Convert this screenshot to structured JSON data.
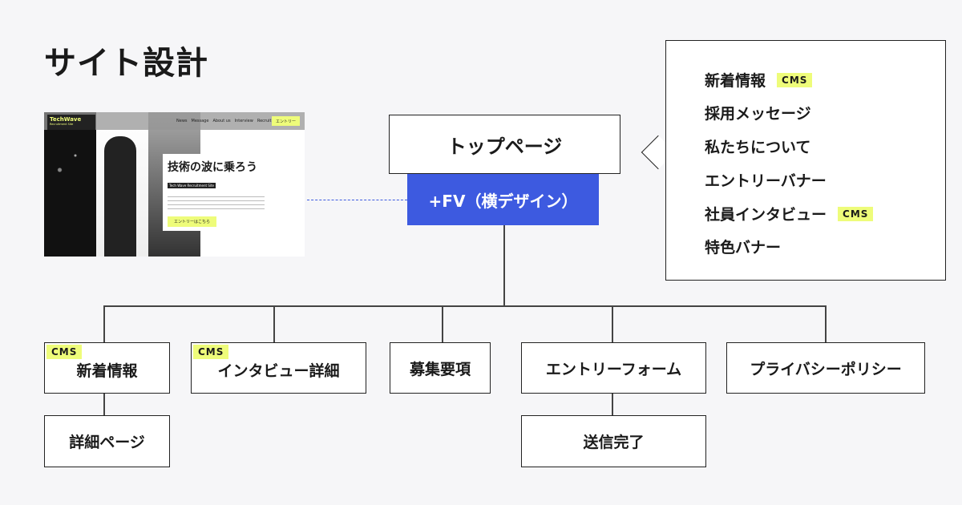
{
  "title": "サイト設計",
  "thumbnail": {
    "logo": "TechWave",
    "logo_sub": "Recruitment Site",
    "nav": [
      "News",
      "Message",
      "About us",
      "Interview",
      "Recruit"
    ],
    "nav_cta": "エントリー",
    "headline": "技術の波に乗ろう",
    "tagline": "Tech Wave Recruitment Site",
    "cta": "エントリーはこちら"
  },
  "top": {
    "label": "トップページ",
    "fv": "+FV（横デザイン）"
  },
  "sections": {
    "items": [
      {
        "label": "新着情報",
        "cms": true
      },
      {
        "label": "採用メッセージ"
      },
      {
        "label": "私たちについて"
      },
      {
        "label": "エントリーバナー"
      },
      {
        "label": "社員インタビュー",
        "cms": true
      },
      {
        "label": "特色バナー"
      }
    ],
    "badge": "CMS"
  },
  "pages": [
    {
      "label": "新着情報",
      "badge": "CMS",
      "child": "詳細ページ"
    },
    {
      "label": "インタビュー詳細",
      "badge": "CMS"
    },
    {
      "label": "募集要項"
    },
    {
      "label": "エントリーフォーム",
      "child": "送信完了"
    },
    {
      "label": "プライバシーポリシー"
    }
  ],
  "colors": {
    "accent": "#3d5ae0",
    "badge": "#eefc7a"
  }
}
